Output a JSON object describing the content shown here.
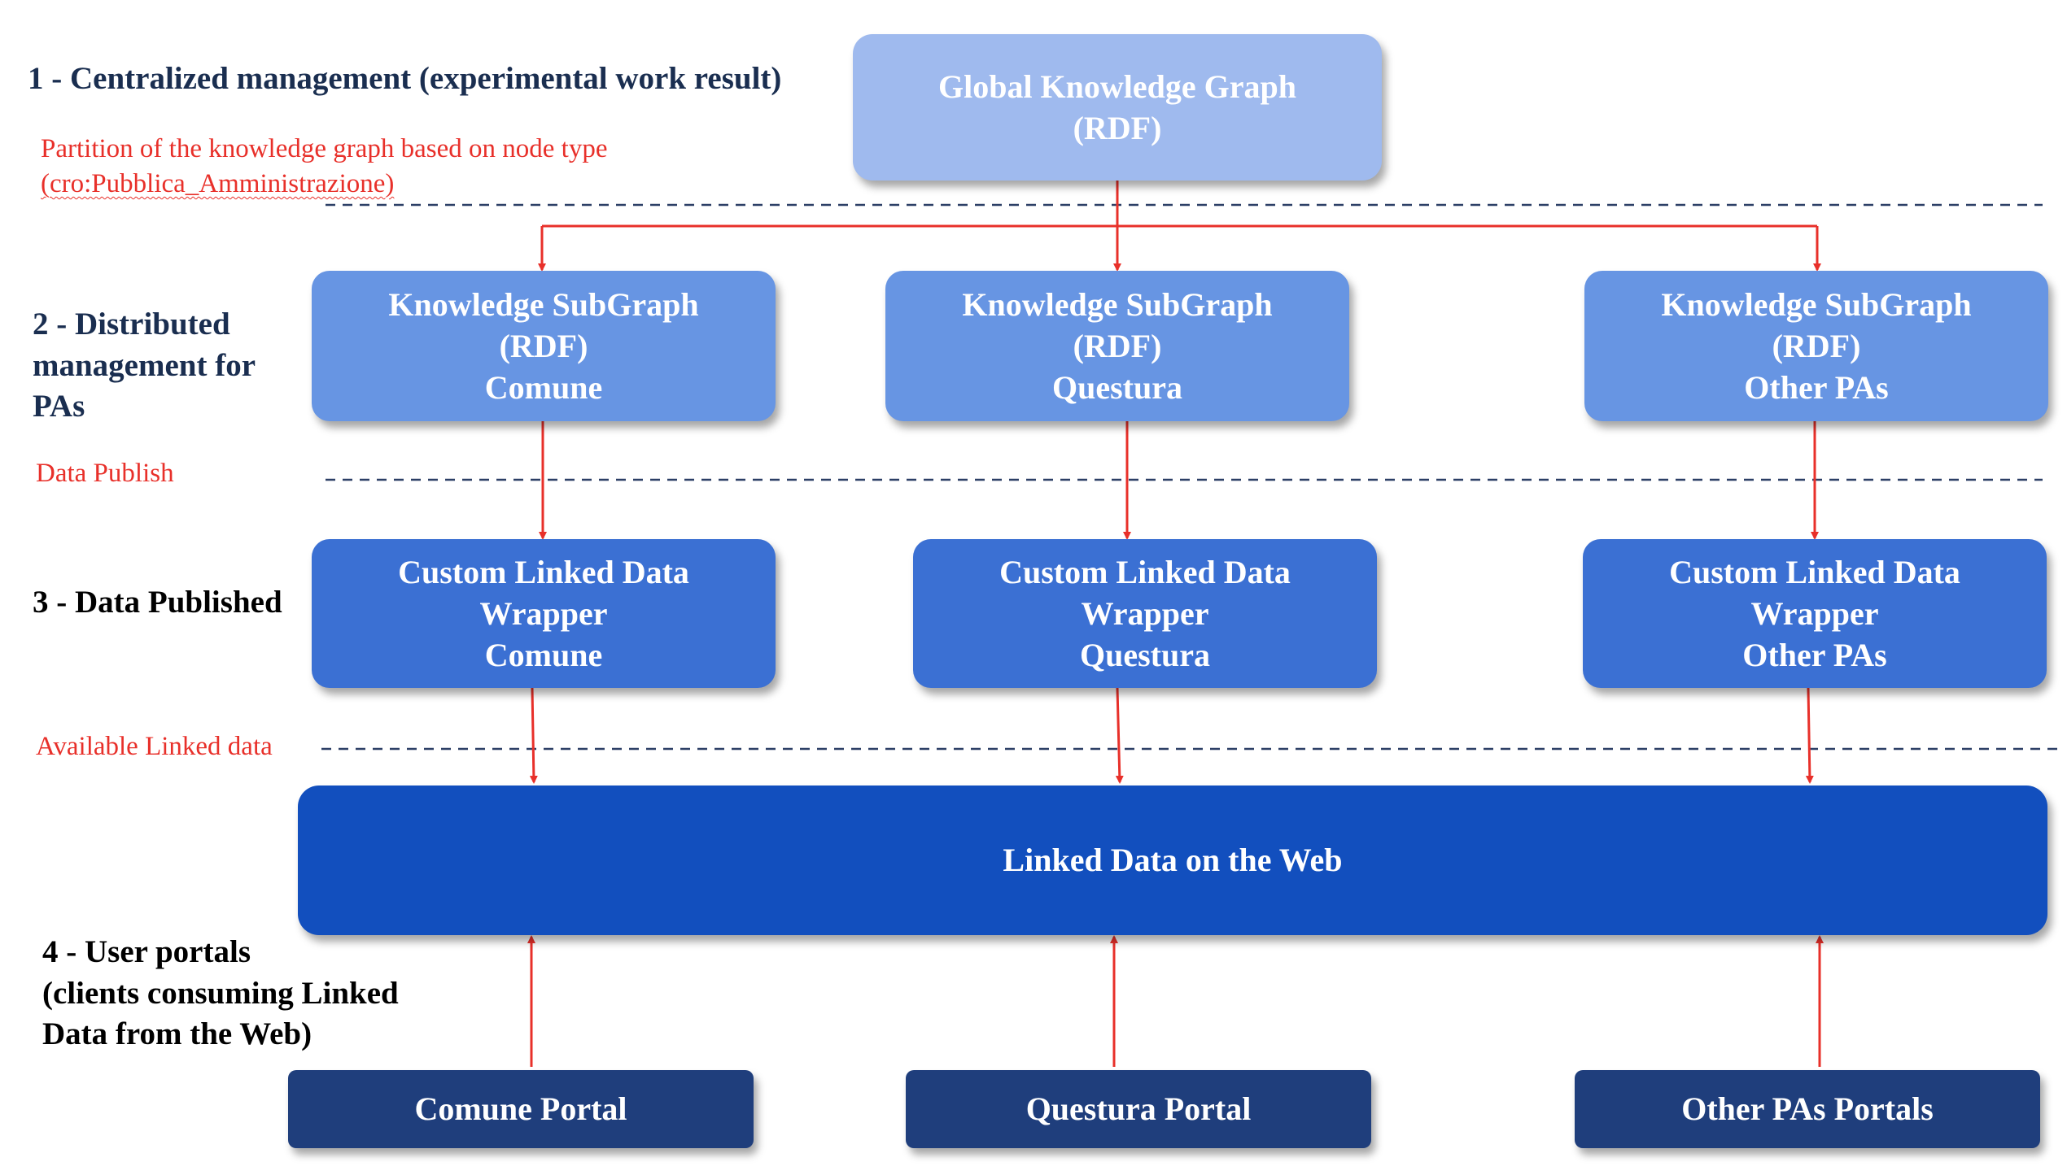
{
  "levels": {
    "l1": "1 - Centralized management (experimental work result)",
    "l2": [
      "2 - Distributed",
      "management for",
      "PAs"
    ],
    "l3": "3 - Data Published",
    "l4": [
      "4 - User portals",
      "(clients consuming Linked",
      "Data from the Web)"
    ]
  },
  "separators": {
    "partition": [
      "Partition of the knowledge graph based on node type",
      "(cro:Pubblica_Amministrazione)"
    ],
    "publish": "Data Publish",
    "available": "Available Linked data"
  },
  "global_graph": [
    "Global Knowledge Graph",
    "(RDF)"
  ],
  "subgraphs": [
    [
      "Knowledge SubGraph",
      "(RDF)",
      "Comune"
    ],
    [
      "Knowledge SubGraph",
      "(RDF)",
      "Questura"
    ],
    [
      "Knowledge SubGraph",
      "(RDF)",
      "Other PAs"
    ]
  ],
  "wrappers": [
    [
      "Custom Linked Data",
      "Wrapper",
      "Comune"
    ],
    [
      "Custom Linked Data",
      "Wrapper",
      "Questura"
    ],
    [
      "Custom Linked Data",
      "Wrapper",
      "Other PAs"
    ]
  ],
  "web": "Linked Data on the Web",
  "portals": [
    "Comune Portal",
    "Questura Portal",
    "Other PAs Portals"
  ],
  "colors": {
    "global": "#9fbaee",
    "subgraph": "#6795e3",
    "wrapper": "#3b70d3",
    "web": "#124fbe",
    "portal": "#1f3e7c",
    "arrow": "#e8302a",
    "dashed_line": "#2c3f66",
    "annotation": "#e8302a"
  }
}
